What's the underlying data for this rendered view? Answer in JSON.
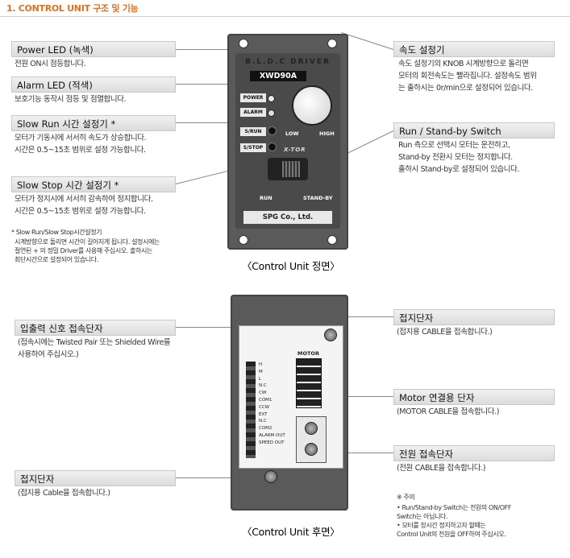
{
  "page_title": "1. CONTROL UNIT 구조 및 기능",
  "front": {
    "brand": "B.L.D.C  DRIVER",
    "model": "XWD90A",
    "tags": [
      "POWER",
      "ALARM",
      "S/RUN",
      "S/STOP"
    ],
    "knob_low": "LOW",
    "knob_high": "HIGH",
    "xtor": "X-TOR",
    "run": "RUN",
    "standby": "STAND-BY",
    "maker": "SPG Co., Ltd.",
    "caption": "〈Control Unit 정면〉"
  },
  "back": {
    "motor_label": "MOTOR",
    "terminal_labels": [
      "H",
      "M",
      "L",
      "N.C",
      "CW",
      "COM1",
      "CCW",
      "EXT",
      "N.C",
      "COM2",
      "ALARM OUT",
      "SPEED OUT"
    ],
    "caption": "〈Control Unit 후면〉"
  },
  "callouts": {
    "power_led": {
      "title": "Power   LED (녹색)",
      "desc": [
        "전원 ON시 점등합니다."
      ]
    },
    "alarm_led": {
      "title": "Alarm   LED (적색)",
      "desc": [
        "보호기능 동작시 점등 및 점멸합니다."
      ]
    },
    "slow_run": {
      "title": "Slow Run 시간 설정기 *",
      "desc": [
        "모터가 기동시에 서서히 속도가 상승합니다.",
        "시간은 0.5~15초 범위로 설정 가능합니다."
      ]
    },
    "slow_stop": {
      "title": "Slow Stop 시간 설정기 *",
      "desc": [
        "모터가 정지시에 서서히 감속하여 정지합니다.",
        "시간은 0.5~15초 범위로 설정 가능합니다."
      ]
    },
    "footnote": {
      "title": "* Slow Run/Slow Stop시간설정기",
      "desc": [
        "시계방향으로 돌리면 시간이 길어지게 됩니다. 설정시에는",
        "절연된  + 의 정밀 Driver를 사용해 주십시오. 출하시는",
        "최단시간으로 설정되어 있습니다."
      ]
    },
    "speed_set": {
      "title": "속도 설정기",
      "desc": [
        "속도 설정기의 KNOB 시계방향으로 돌리면",
        "모터의 회전속도는 빨라집니다. 설정속도 범위",
        "는 출하시는 0r/min으로 설정되어 있습니다."
      ]
    },
    "run_standby": {
      "title": "Run / Stand-by Switch",
      "desc": [
        "Run 측으로 선택시 모터는 운전하고,",
        "Stand-by 전환시 모터는 정지합니다.",
        "출하시  Stand-by로 설정되어 있습니다."
      ]
    },
    "io_terminal": {
      "title": "입출력 신호 접속단자",
      "desc": [
        "(접속시에는 Twisted Pair 또는 Shielded Wire를",
        "사용하여 주십시오.)"
      ]
    },
    "ground_top": {
      "title": "접지단자",
      "desc": [
        "(접지용 CABLE을 접속합니다.)"
      ]
    },
    "motor_conn": {
      "title": "Motor 연결용 단자",
      "desc": [
        "(MOTOR CABLE을 접속합니다.)"
      ]
    },
    "power_terminal": {
      "title": "전원 접속단자",
      "desc": [
        "(전원 CABLE을 접속합니다.)"
      ]
    },
    "ground_bottom": {
      "title": "접지단자",
      "desc": [
        "(접지용 Cable을 접속합니다.)"
      ]
    },
    "note": {
      "title": "※ 주의",
      "desc": [
        "• Run/Stand-by Switch는 전원의 ON/OFF",
        "  Switch는 아닙니다.",
        "• 모터를 장시간 정지하고자 할때는",
        "  Control Unit의 전원을 OFF하여 주십시오."
      ]
    }
  }
}
